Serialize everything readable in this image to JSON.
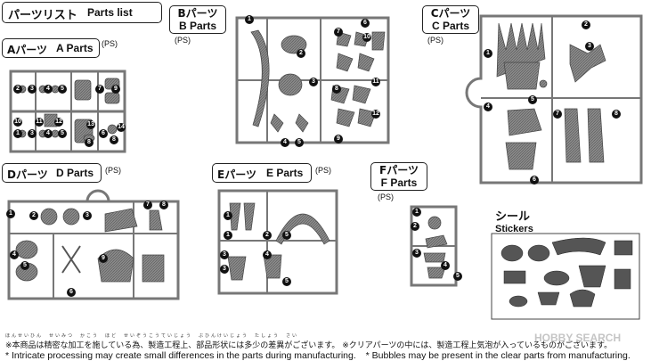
{
  "header": {
    "title": "パーツリスト",
    "title_en": "Parts list"
  },
  "parts": {
    "a": {
      "title": "Aパーツ",
      "title_en": "A Parts",
      "material": "(PS)"
    },
    "b": {
      "title": "Bパーツ",
      "title_en": "B Parts",
      "material": "(PS)"
    },
    "c": {
      "title": "Cパーツ",
      "title_en": "C Parts",
      "material": "(PS)"
    },
    "d": {
      "title": "Dパーツ",
      "title_en": "D Parts",
      "material": "(PS)"
    },
    "e": {
      "title": "Eパーツ",
      "title_en": "E Parts",
      "material": "(PS)"
    },
    "f": {
      "title": "Fパーツ",
      "title_en": "F Parts",
      "material": "(PS)"
    }
  },
  "stickers": {
    "title": "シール",
    "title_en": "Stickers"
  },
  "numbers": {
    "a": [
      "2",
      "3",
      "4",
      "5",
      "7",
      "9",
      "10",
      "11",
      "12",
      "13",
      "14",
      "1",
      "3",
      "4",
      "5",
      "6",
      "8",
      "8"
    ],
    "b": [
      "1",
      "2",
      "3",
      "4",
      "5",
      "6",
      "7",
      "8",
      "9",
      "10",
      "11",
      "12"
    ],
    "c": [
      "1",
      "2",
      "3",
      "4",
      "5",
      "6",
      "7",
      "8"
    ],
    "d": [
      "1",
      "2",
      "3",
      "4",
      "5",
      "6",
      "7",
      "8",
      "9"
    ],
    "e": [
      "1",
      "1",
      "2",
      "3",
      "3",
      "4",
      "5",
      "5"
    ],
    "f": [
      "1",
      "2",
      "3",
      "4",
      "5"
    ]
  },
  "notes": {
    "ruby1": "ほんせいひん　せいみつ　かこう　ほど　せいぞうこうていじょう　ぶひんけいじょう　たしょう　さい",
    "jp1": "※本商品は精密な加工を施している為、製造工程上、部品形状には多少の差異がございます。",
    "jp2": "※クリアパーツの中には、製造工程上気泡が入っているものがございます。",
    "en1": "* Intricate processing may create small differences in the parts during manufacturing.",
    "en2": "* Bubbles may be present in the clear parts from manufacturing."
  },
  "watermark": "HOBBY SEARCH"
}
